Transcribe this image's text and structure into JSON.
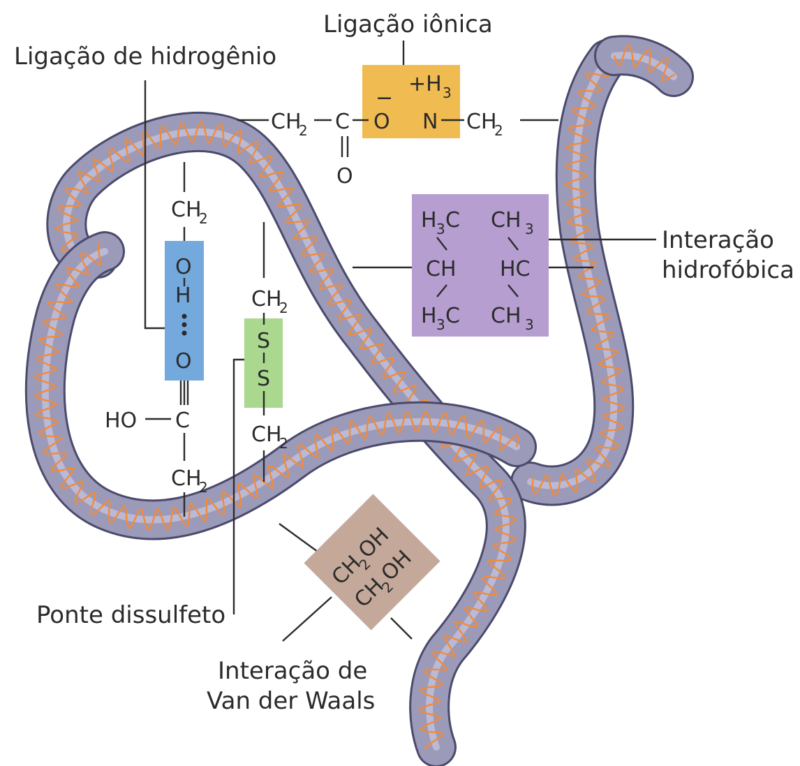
{
  "labels": {
    "ionic": "Ligação iônica",
    "hydrogen": "Ligação de hidrogênio",
    "hydrophobic_line1": "Interação",
    "hydrophobic_line2": "hidrofóbica",
    "disulfide": "Ponte dissulfeto",
    "vdw_line1": "Interação de",
    "vdw_line2": "Van der Waals"
  },
  "ionic_group": {
    "ch2_left": "CH",
    "ch2_left_sub": "2",
    "c": "C",
    "o_minus": "O",
    "minus_sign": "−",
    "h3_plus": "+H",
    "h3_sub": "3",
    "n": "N",
    "ch2_right": "CH",
    "ch2_right_sub": "2",
    "carbonyl_o": "O"
  },
  "hydrogen_group": {
    "ch2_top": "CH",
    "ch2_top_sub": "2",
    "o_top": "O",
    "h": "H",
    "o_bottom": "O",
    "ho": "HO",
    "c": "C",
    "ch2_bottom": "CH",
    "ch2_bottom_sub": "2"
  },
  "disulfide_group": {
    "ch2_top": "CH",
    "ch2_top_sub": "2",
    "s1": "S",
    "s2": "S",
    "ch2_bottom": "CH",
    "ch2_bottom_sub": "2"
  },
  "hydrophobic_group": {
    "h3c_tl": "H",
    "h3c_tl_sub": "3",
    "h3c_tl_c": "C",
    "ch3_tr": "CH",
    "ch3_tr_sub": "3",
    "ch": "CH",
    "hc": "HC",
    "h3c_bl": "H",
    "h3c_bl_sub": "3",
    "h3c_bl_c": "C",
    "ch3_br": "CH",
    "ch3_br_sub": "3"
  },
  "vdw_group": {
    "row1": "CH",
    "row1_sub": "2",
    "row1_tail": "OH",
    "row2": "CH",
    "row2_sub": "2",
    "row2_tail": "OH"
  },
  "colors": {
    "chain_fill": "#9c9ab9",
    "chain_edge": "#4a4a6c",
    "chain_highlight": "#d6d4e9",
    "helix": "#f08b3b",
    "ionic_box": "#f0bb50",
    "hydrogen_box": "#74a9de",
    "disulfide_box": "#a9d88e",
    "hydrophobic_box": "#b69ed0",
    "vdw_box": "#c4a99a"
  }
}
